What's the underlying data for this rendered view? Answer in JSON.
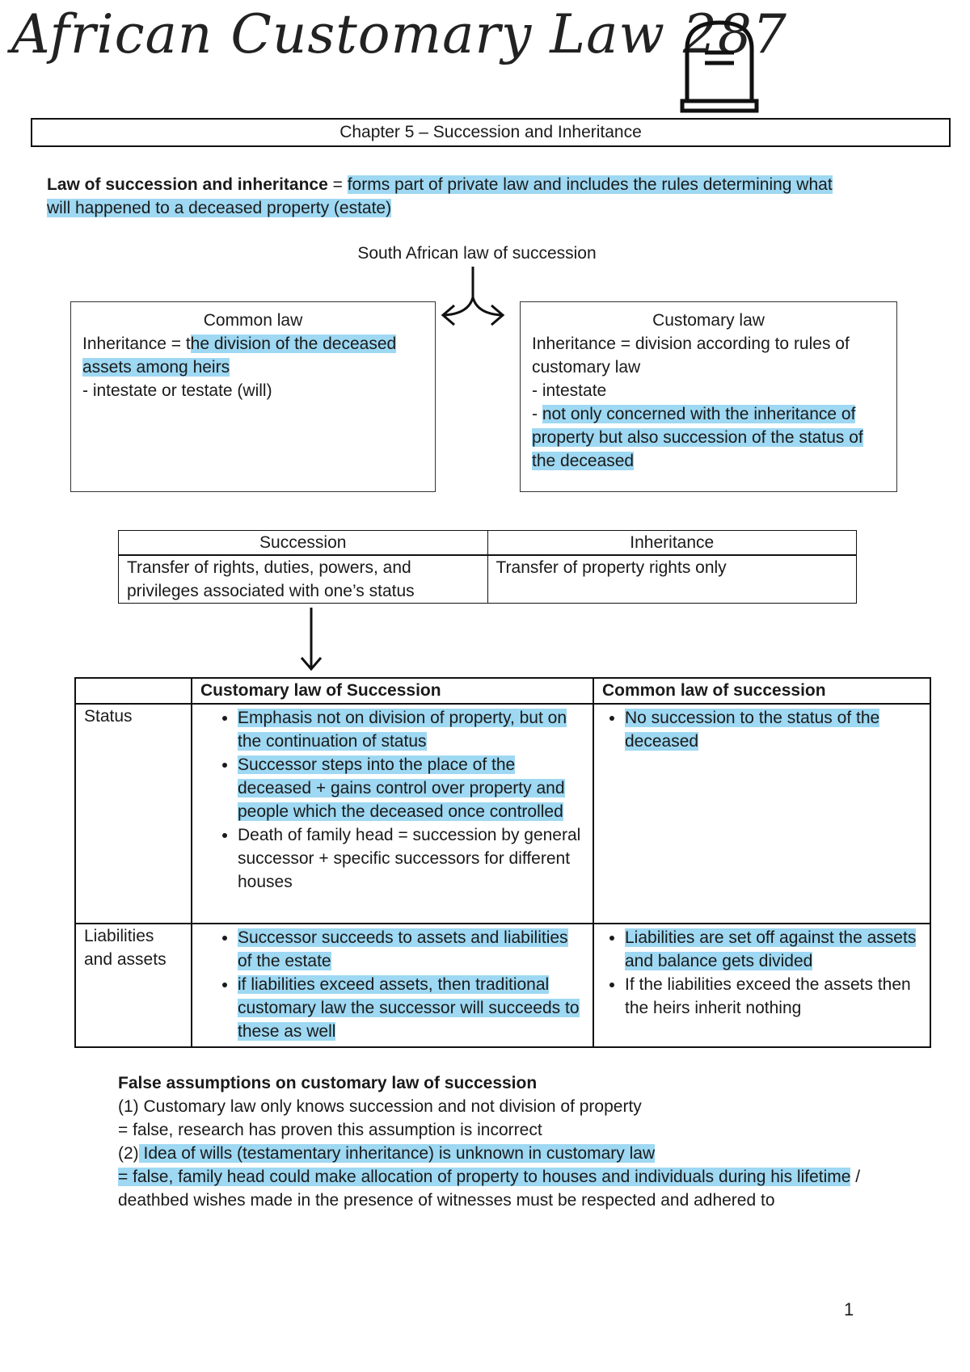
{
  "header": {
    "title": "African Customary Law 287",
    "chapter": "Chapter 5 – Succession and Inheritance"
  },
  "intro": {
    "term": "Law of succession and inheritance",
    "eq": " = ",
    "definition": "forms part of private law and includes the rules determining what will happened to a deceased property (estate)"
  },
  "diagram": {
    "root": "South African law of succession",
    "common": {
      "title": "Common law",
      "line1_prefix": "Inheritance = t",
      "line1_highlight": "he division of the deceased assets among heirs",
      "line2": "- intestate or testate (will)"
    },
    "customary": {
      "title": "Customary law",
      "line1": "Inheritance = division according to rules of customary law",
      "line2": "- intestate",
      "line3_prefix": "- ",
      "line3_highlight": "not only concerned with the inheritance of property but also succession of the status of the deceased"
    }
  },
  "si_table": {
    "headers": [
      "Succession",
      "Inheritance"
    ],
    "row": [
      "Transfer of rights, duties, powers, and privileges associated with one’s status",
      "Transfer of property rights only"
    ]
  },
  "main_table": {
    "headers": [
      "",
      "Customary law of Succession",
      "Common law of succession"
    ],
    "status": {
      "label": "Status",
      "customary": [
        "Emphasis not on division of property, but on the continuation of status",
        "Successor steps into the place of the deceased + gains control over property and people which the deceased once controlled",
        "Death of family head = succession by general successor + specific successors for different houses"
      ],
      "common": [
        "No succession to the status of the deceased"
      ]
    },
    "liabilities": {
      "label": "Liabilities and assets",
      "customary": [
        "Successor succeeds to assets and liabilities of the estate",
        "if liabilities exceed assets, then traditional customary law the successor will succeeds to these as well"
      ],
      "common": [
        "Liabilities are set off against the assets and balance gets divided",
        "If the liabilities exceed the assets then the heirs inherit nothing"
      ]
    }
  },
  "false_assumptions": {
    "heading": "False assumptions on customary law of succession",
    "a1": "(1) Customary law only knows succession and not division of property",
    "a1_answer": "= false, research has proven this assumption is incorrect",
    "a2_prefix": "(2)",
    "a2_highlight": " Idea of wills (testamentary inheritance) is unknown in customary law",
    "a2_answer_highlight": "= false, family head could make allocation of property to houses and individuals during his lifetime",
    "a2_answer_rest": " / deathbed wishes made in the presence of witnesses must be respected and adhered to"
  },
  "page_number": "1",
  "colors": {
    "highlight": "#9ed8f2",
    "ink": "#1a1a1a"
  }
}
